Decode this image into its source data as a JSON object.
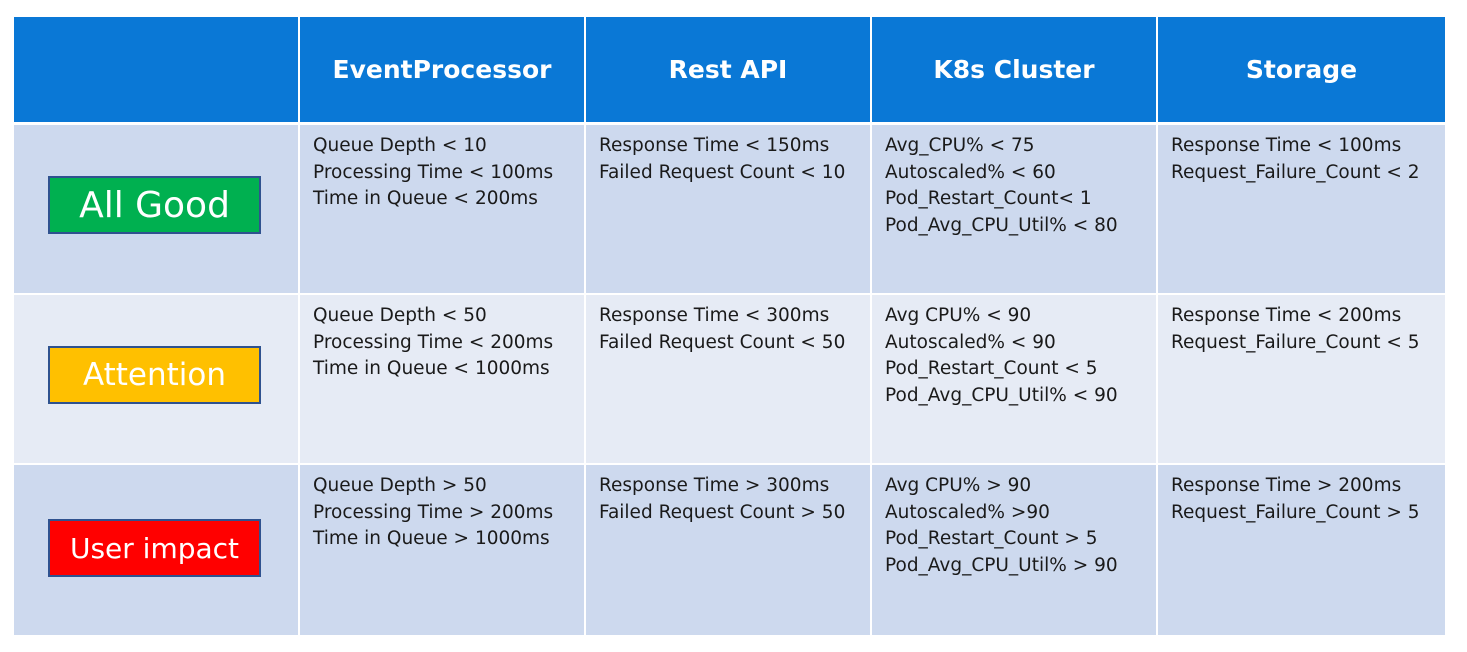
{
  "table": {
    "headers": [
      "",
      "EventProcessor",
      "Rest API",
      "K8s Cluster",
      "Storage"
    ],
    "rows": [
      {
        "status": "All Good",
        "status_color": "#00b050",
        "event_processor": [
          "Queue Depth < 10",
          "Processing Time < 100ms",
          "Time in Queue < 200ms"
        ],
        "rest_api": [
          "Response Time < 150ms",
          "Failed Request Count < 10"
        ],
        "k8s_cluster": [
          "Avg_CPU% < 75",
          "Autoscaled% < 60",
          "Pod_Restart_Count< 1",
          "Pod_Avg_CPU_Util% < 80"
        ],
        "storage": [
          "Response Time < 100ms",
          "Request_Failure_Count < 2"
        ]
      },
      {
        "status": "Attention",
        "status_color": "#ffc000",
        "event_processor": [
          "Queue Depth < 50",
          "Processing Time < 200ms",
          "Time in Queue < 1000ms"
        ],
        "rest_api": [
          "Response Time < 300ms",
          "Failed Request Count < 50"
        ],
        "k8s_cluster": [
          "Avg CPU% < 90",
          "Autoscaled% < 90",
          "Pod_Restart_Count < 5",
          "Pod_Avg_CPU_Util% < 90"
        ],
        "storage": [
          "Response Time < 200ms",
          "Request_Failure_Count < 5"
        ]
      },
      {
        "status": "User impact",
        "status_color": "#ff0000",
        "event_processor": [
          "Queue Depth > 50",
          "Processing Time > 200ms",
          "Time in Queue > 1000ms"
        ],
        "rest_api": [
          "Response Time > 300ms",
          "Failed Request Count > 50"
        ],
        "k8s_cluster": [
          "Avg CPU% > 90",
          "Autoscaled% >90",
          "Pod_Restart_Count > 5",
          "Pod_Avg_CPU_Util% > 90"
        ],
        "storage": [
          "Response Time > 200ms",
          "Request_Failure_Count > 5"
        ]
      }
    ]
  },
  "colors": {
    "header_bg": "#0a78d6",
    "row_alt_dark": "#cdd9ee",
    "row_alt_light": "#e6ebf5",
    "badge_border": "#2f528f"
  }
}
